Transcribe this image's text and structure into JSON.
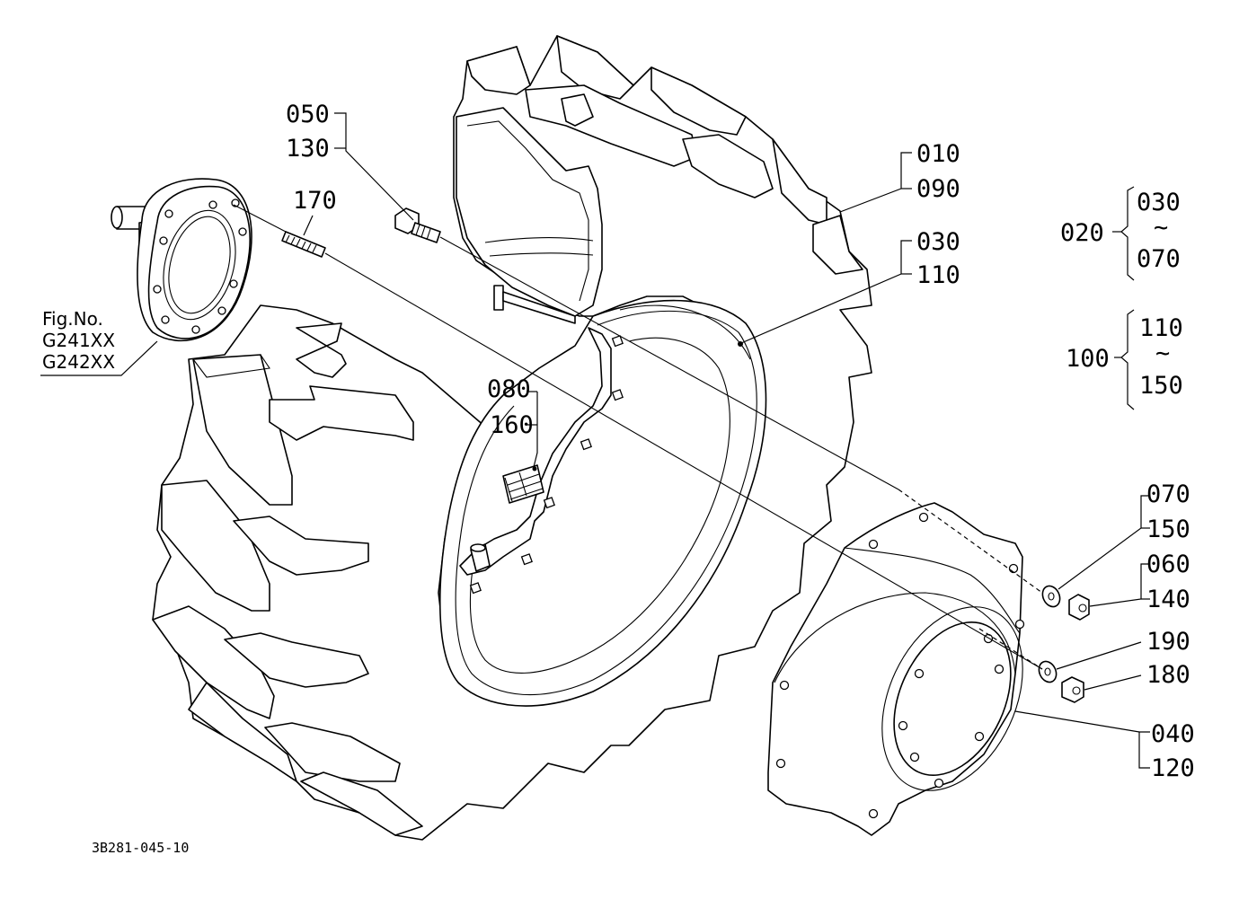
{
  "callouts": {
    "c050": "050",
    "c130": "130",
    "c170": "170",
    "c010": "010",
    "c090": "090",
    "c030a": "030",
    "c110a": "110",
    "c020": "020",
    "c030b": "030",
    "c070a": "070",
    "c100": "100",
    "c110b": "110",
    "c150a": "150",
    "c080": "080",
    "c160": "160",
    "c070b": "070",
    "c150b": "150",
    "c060": "060",
    "c140": "140",
    "c190": "190",
    "c180": "180",
    "c040": "040",
    "c120": "120",
    "tilde": "~"
  },
  "fig_ref": {
    "line1": "Fig.No.",
    "line2": "G241XX",
    "line3": "G242XX"
  },
  "drawing_code": "3B281-045-10"
}
